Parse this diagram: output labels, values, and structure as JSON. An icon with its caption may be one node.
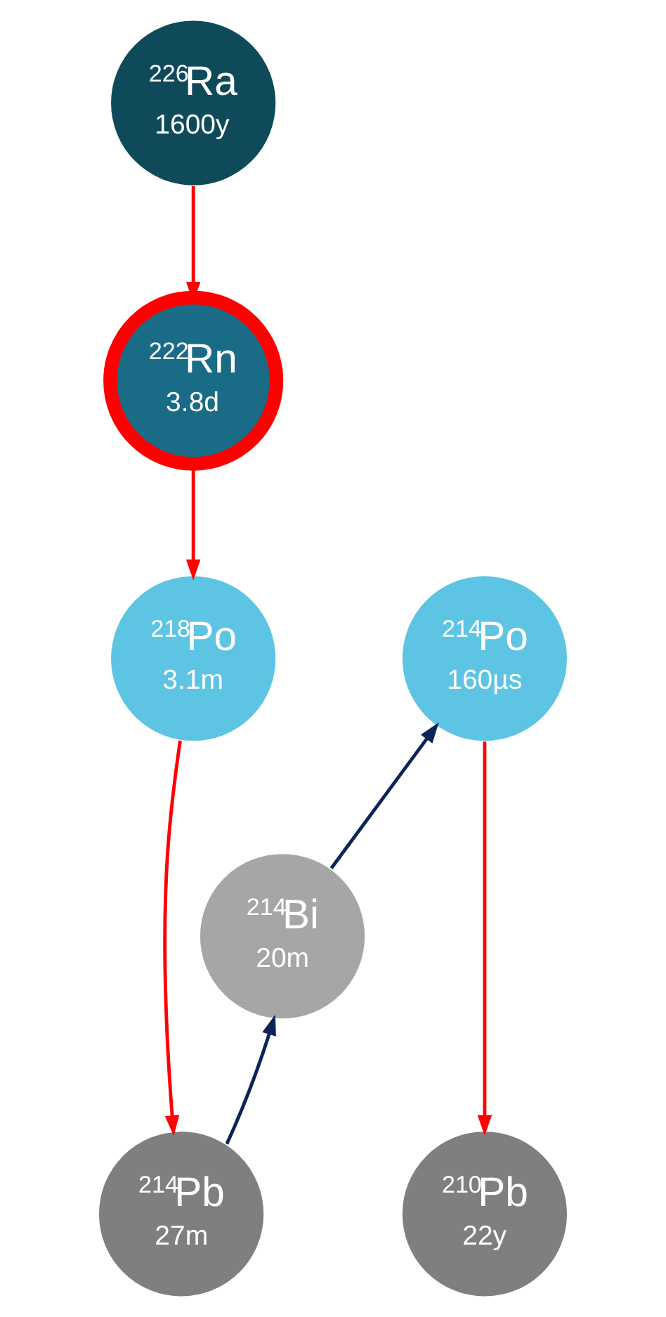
{
  "diagram": {
    "nodes": [
      {
        "text": [
          "$^{226}$Ra",
          "1600y"
        ]
      },
      {
        "text": [
          "$^{222}$Rn",
          "3.8d"
        ]
      },
      {
        "text": [
          "$^{218}$Po",
          "3.1m"
        ]
      },
      {
        "text": [
          "$^{214}$Pb",
          "27m"
        ]
      },
      {
        "text": [
          "$^{214}$Bi",
          "20m"
        ]
      },
      {
        "text": [
          "$^{214}$Po",
          "160µs"
        ]
      },
      {
        "text": [
          "$^{210}$Pb",
          "22y"
        ]
      }
    ],
    "edges": [
      {
        "from": 0,
        "to": 1,
        "arrow": "to"
      },
      {
        "from": 1,
        "to": 2,
        "arrow": "to"
      },
      {
        "from": 2,
        "to": 3,
        "arrow": "to"
      },
      {
        "from": 3,
        "to": 4,
        "arrow": "to",
        "color": "#0d2458"
      },
      {
        "from": 4,
        "to": 5,
        "arrow": "to",
        "color": "#0d2458"
      },
      {
        "from": 5,
        "to": 6,
        "arrow": "to"
      }
    ]
  }
}
